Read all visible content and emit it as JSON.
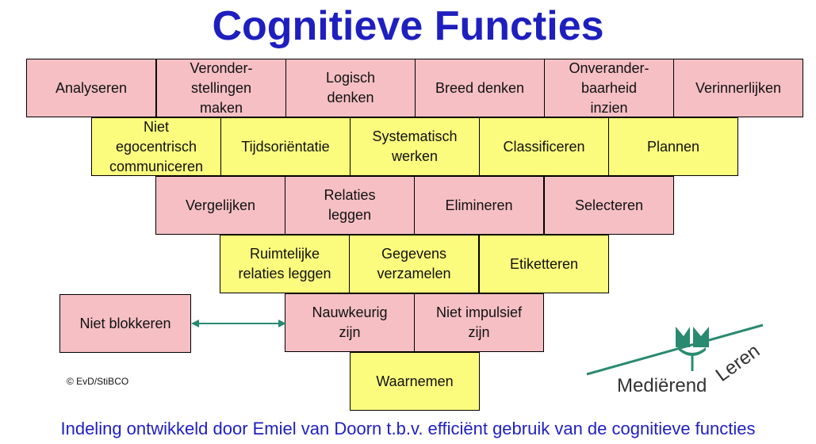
{
  "title": "Cognitieve Functies",
  "rows": [
    {
      "color": "pink",
      "boxes": [
        {
          "id": "analyseren",
          "label": "Analyseren"
        },
        {
          "id": "veronderstellingen-maken",
          "label": "Veronder-\nstellingen\nmaken"
        },
        {
          "id": "logisch-denken",
          "label": "Logisch\ndenken"
        },
        {
          "id": "breed-denken",
          "label": "Breed denken"
        },
        {
          "id": "onveranderbaarheid-inzien",
          "label": "Onverander-\nbaarheid\ninzien"
        },
        {
          "id": "verinnerlijken",
          "label": "Verinnerlijken"
        }
      ]
    },
    {
      "color": "yellow",
      "boxes": [
        {
          "id": "niet-egocentrisch-communiceren",
          "label": "Niet\negocentrisch\ncommuniceren"
        },
        {
          "id": "tijdsorientatie",
          "label": "Tijdsoriëntatie"
        },
        {
          "id": "systematisch-werken",
          "label": "Systematisch\nwerken"
        },
        {
          "id": "classificeren",
          "label": "Classificeren"
        },
        {
          "id": "plannen",
          "label": "Plannen"
        }
      ]
    },
    {
      "color": "pink",
      "boxes": [
        {
          "id": "vergelijken",
          "label": "Vergelijken"
        },
        {
          "id": "relaties-leggen",
          "label": "Relaties\nleggen"
        },
        {
          "id": "elimineren",
          "label": "Elimineren"
        },
        {
          "id": "selecteren",
          "label": "Selecteren"
        }
      ]
    },
    {
      "color": "yellow",
      "boxes": [
        {
          "id": "ruimtelijke-relaties-leggen",
          "label": "Ruimtelijke\nrelaties leggen"
        },
        {
          "id": "gegevens-verzamelen",
          "label": "Gegevens\nverzamelen"
        },
        {
          "id": "etiketteren",
          "label": "Etiketteren"
        }
      ]
    },
    {
      "color": "pink",
      "boxes": [
        {
          "id": "nauwkeurig-zijn",
          "label": "Nauwkeurig\nzijn"
        },
        {
          "id": "niet-impulsief-zijn",
          "label": "Niet impulsief\nzijn"
        }
      ]
    },
    {
      "color": "yellow",
      "boxes": [
        {
          "id": "waarnemen",
          "label": "Waarnemen"
        }
      ]
    }
  ],
  "side_box": {
    "id": "niet-blokkeren",
    "label": "Niet blokkeren",
    "color": "pink"
  },
  "credit": "© EvD/StiBCO",
  "logo": {
    "word1": "Mediërend",
    "word2": "Leren",
    "color": "#2a8a70"
  },
  "footer": "Indeling ontwikkeld door Emiel van Doorn t.b.v. efficiënt gebruik van de cognitieve functies"
}
